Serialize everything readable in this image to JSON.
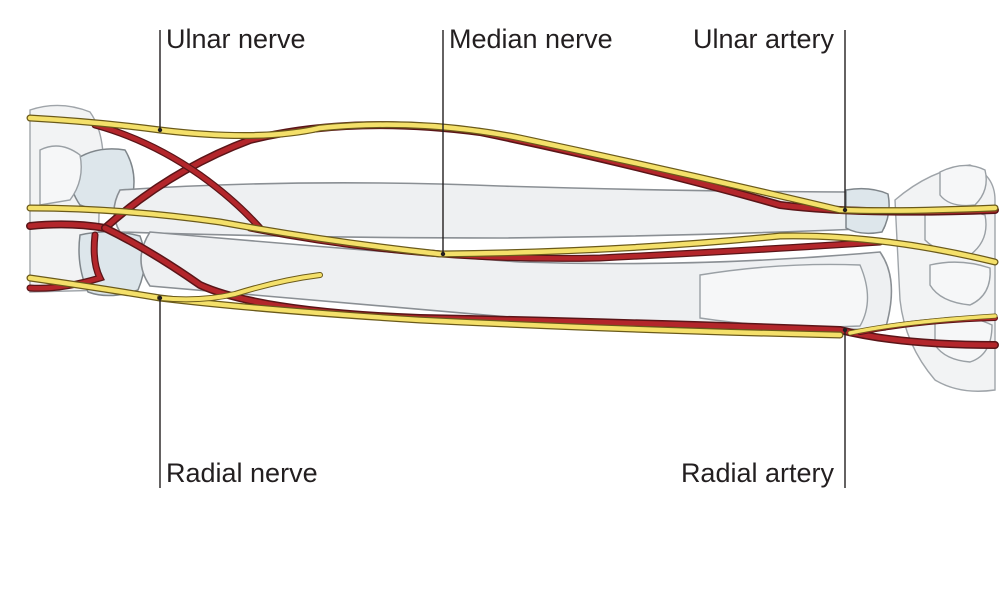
{
  "labels": {
    "ulnar_nerve": "Ulnar nerve",
    "median_nerve": "Median nerve",
    "ulnar_artery": "Ulnar artery",
    "radial_nerve": "Radial nerve",
    "radial_artery": "Radial artery"
  },
  "colors": {
    "artery": "#b3262b",
    "nerve": "#f4e06a",
    "bone": "#eef0f2",
    "carpal": "#dde6eb"
  }
}
